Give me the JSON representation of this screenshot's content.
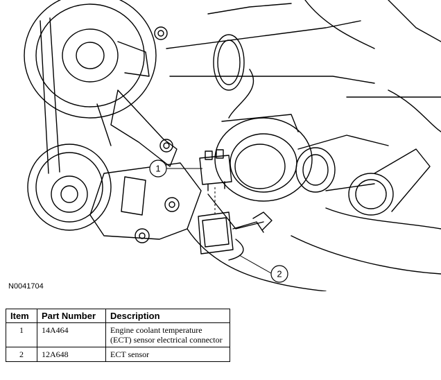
{
  "figure": {
    "id": "N0041704",
    "callouts": [
      "1",
      "2"
    ]
  },
  "table": {
    "headers": [
      "Item",
      "Part Number",
      "Description"
    ],
    "rows": [
      {
        "item": "1",
        "part_number": "14A464",
        "description": "Engine coolant temperature (ECT) sensor electrical connector"
      },
      {
        "item": "2",
        "part_number": "12A648",
        "description": "ECT sensor"
      }
    ]
  }
}
